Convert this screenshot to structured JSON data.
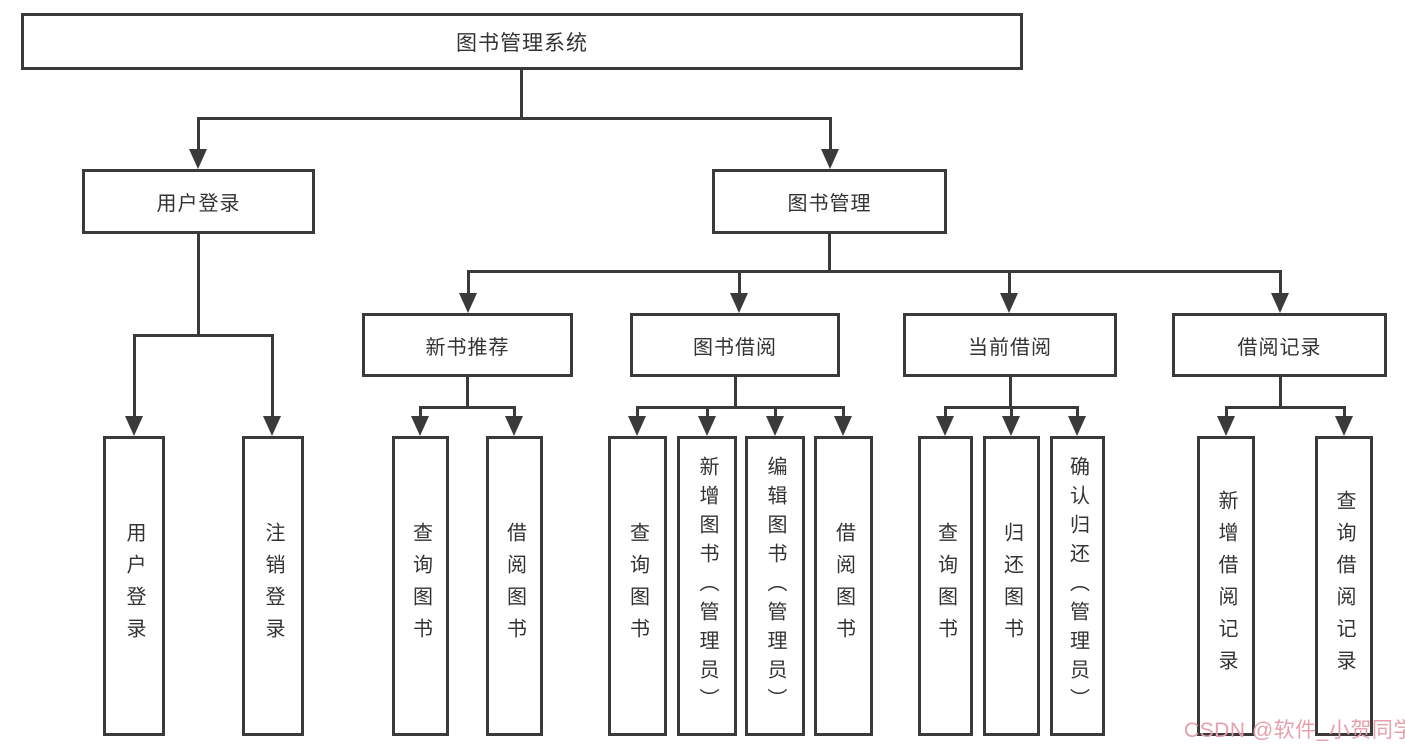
{
  "watermark": "CSDN @软件_小贺同学",
  "colors": {
    "line": "#3a3a3a",
    "text": "#333333",
    "watermark_pink": "#e7a0ab",
    "background": "#ffffff"
  },
  "tree": {
    "root": {
      "label": "图书管理系统"
    },
    "branches": [
      {
        "label": "用户登录",
        "children": [
          {
            "label": "用户登录"
          },
          {
            "label": "注销登录"
          }
        ]
      },
      {
        "label": "图书管理",
        "children": [
          {
            "label": "新书推荐",
            "children": [
              {
                "label": "查询图书"
              },
              {
                "label": "借阅图书"
              }
            ]
          },
          {
            "label": "图书借阅",
            "children": [
              {
                "label": "查询图书"
              },
              {
                "label": "新增图书（管理员）"
              },
              {
                "label": "编辑图书（管理员）"
              },
              {
                "label": "借阅图书"
              }
            ]
          },
          {
            "label": "当前借阅",
            "children": [
              {
                "label": "查询图书"
              },
              {
                "label": "归还图书"
              },
              {
                "label": "确认归还（管理员）"
              }
            ]
          },
          {
            "label": "借阅记录",
            "children": [
              {
                "label": "新增借阅记录"
              },
              {
                "label": "查询借阅记录"
              }
            ]
          }
        ]
      }
    ]
  }
}
